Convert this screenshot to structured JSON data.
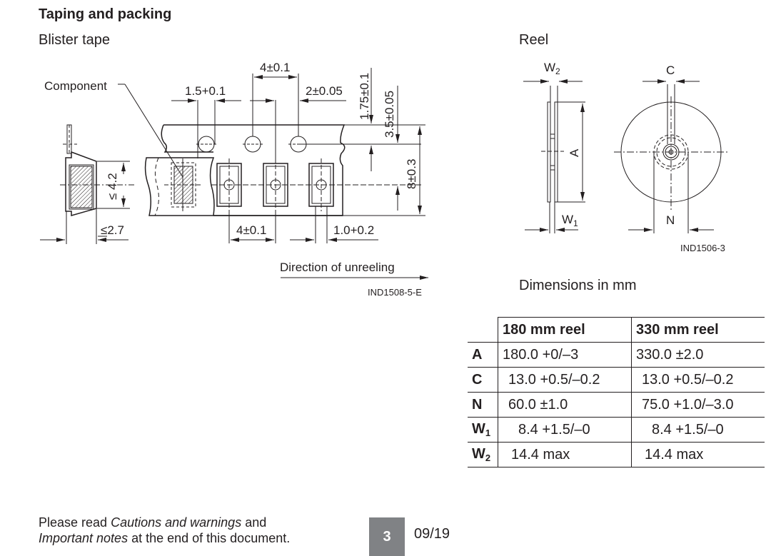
{
  "section_title": "Taping and packing",
  "blister": {
    "subtitle": "Blister tape",
    "component_label": "Component",
    "dims": {
      "hole_diameter": "1.5+0.1",
      "sprocket_pitch": "4±0.1",
      "hole_to_pocket": "2±0.05",
      "edge_to_hole": "1.75±0.1",
      "hole_row_to_pocket_center": "3.5±0.05",
      "tape_width": "8±0.3",
      "component_height": "≤ 4.2",
      "component_depth": "≤2.7",
      "pocket_pitch": "4±0.1",
      "pocket_hole": "1.0+0.2"
    },
    "direction_label": "Direction of unreeling",
    "drawing_id": "IND1508-5-E"
  },
  "reel": {
    "subtitle": "Reel",
    "labels": {
      "w2": "W",
      "w2_sub": "2",
      "w1": "W",
      "w1_sub": "1",
      "a": "A",
      "c": "C",
      "n": "N"
    },
    "drawing_id": "IND1506-3"
  },
  "dimensions": {
    "caption": "Dimensions in mm",
    "headers": [
      "180 mm reel",
      "330 mm reel"
    ],
    "rows": [
      {
        "label": "A",
        "sub": "",
        "v180": "180.0 +0/–3",
        "v330": "330.0 ±2.0"
      },
      {
        "label": "C",
        "sub": "",
        "v180": "13.0 +0.5/–0.2",
        "v330": "13.0 +0.5/–0.2"
      },
      {
        "label": "N",
        "sub": "",
        "v180": "60.0 ±1.0",
        "v330": "75.0 +1.0/–3.0"
      },
      {
        "label": "W",
        "sub": "1",
        "v180": "8.4 +1.5/–0",
        "v330": "8.4 +1.5/–0"
      },
      {
        "label": "W",
        "sub": "2",
        "v180": "14.4 max",
        "v330": "14.4 max"
      }
    ]
  },
  "footer": {
    "note_prefix": "Please read ",
    "note_em1": "Cautions and warnings",
    "note_mid": " and",
    "note_em2": "Important notes",
    "note_suffix": " at the end of this document.",
    "page_number": "3",
    "date": "09/19"
  }
}
